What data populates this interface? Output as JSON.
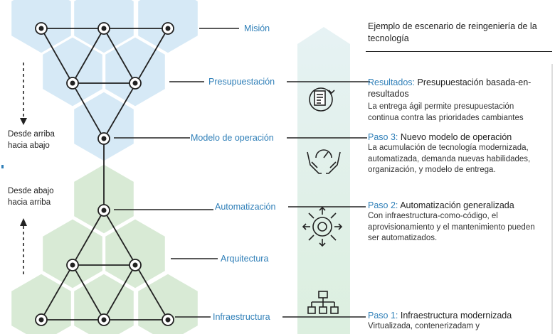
{
  "title": "Ejemplo de escenario de reingeniería de la tecnología",
  "layers": [
    "Misión",
    "Presupuestación",
    "Modelo de operación",
    "Automatización",
    "Arquitectura",
    "Infraestructura"
  ],
  "side_labels": {
    "top_down": "Desde arriba hacia abajo",
    "bottom_up": "Desde abajo hacia arriba"
  },
  "icons": [
    "budget-document-icon",
    "hands-gauge-icon",
    "gear-arrows-icon",
    "network-hierarchy-icon"
  ],
  "steps": [
    {
      "prefix": "Resultados:",
      "title": "Presupuestación basada-en-resultados",
      "body": "La entrega ágil permite presupuestación continua contra las prioridades cambiantes"
    },
    {
      "prefix": "Paso 3:",
      "title": "Nuevo modelo de operación",
      "body": "La acumulación de tecnología modernizada, automatizada, demanda nuevas habilidades, organización, y modelo de entrega."
    },
    {
      "prefix": "Paso 2:",
      "title": "Automatización generalizada",
      "body": "Con infraestructura-como-código, el aprovisionamiento y el mantenimiento pueden ser automatizados."
    },
    {
      "prefix": "Paso 1:",
      "title": "Infraestructura modernizada",
      "body": "Virtualizada, contenerizadam y"
    }
  ],
  "colors": {
    "accent": "#2f7fb8",
    "hex_blue": "#d6e9f6",
    "hex_green": "#d8ead5",
    "column": "#e5f2e9",
    "line": "#222222"
  }
}
